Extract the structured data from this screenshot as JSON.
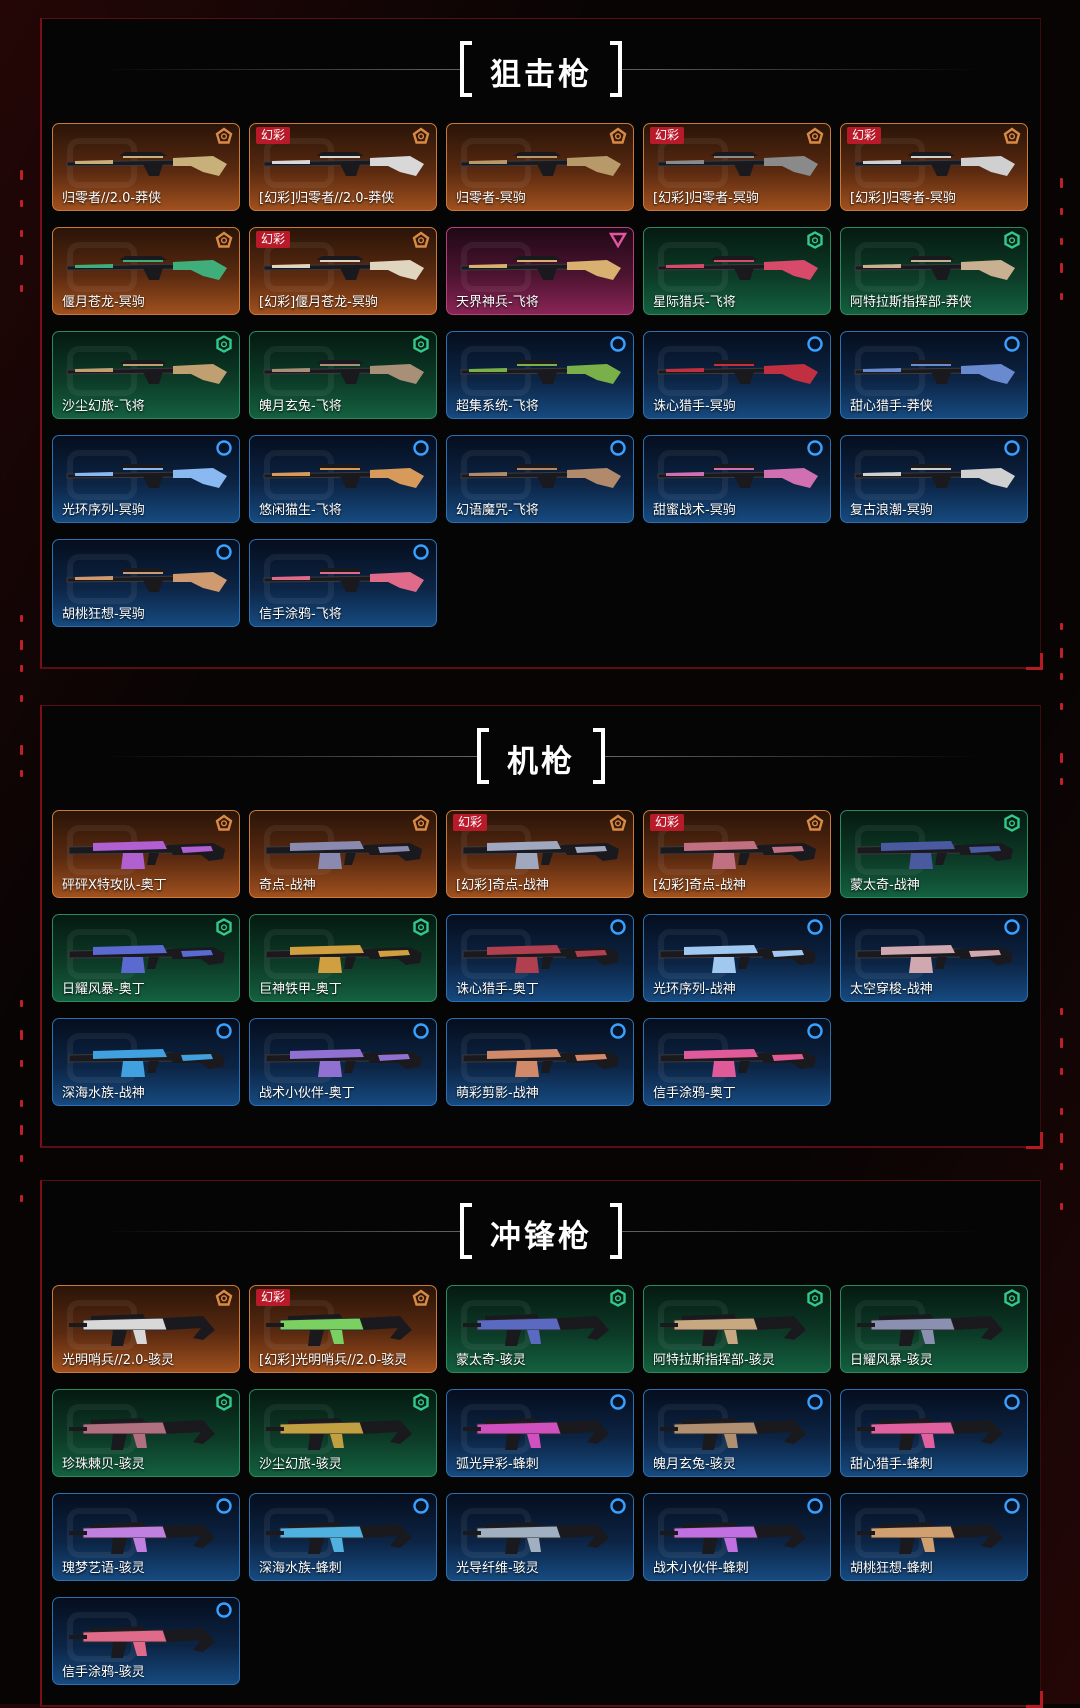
{
  "sections": [
    {
      "title": "狙击枪",
      "items": [
        {
          "label": "归零者//2.0-莽侠",
          "tier": "orange",
          "badge": "",
          "accent": "#c7b07a"
        },
        {
          "label": "[幻彩]归零者//2.0-莽侠",
          "tier": "orange",
          "badge": "幻彩",
          "accent": "#d8d8d8"
        },
        {
          "label": "归零者-冥驹",
          "tier": "orange",
          "badge": "",
          "accent": "#b89a6a"
        },
        {
          "label": "[幻彩]归零者-冥驹",
          "tier": "orange",
          "badge": "幻彩",
          "accent": "#8a8a8a"
        },
        {
          "label": "[幻彩]归零者-冥驹",
          "tier": "orange",
          "badge": "幻彩",
          "accent": "#d0d0d0"
        },
        {
          "label": "偃月苍龙-冥驹",
          "tier": "orange",
          "badge": "",
          "accent": "#3fae7a"
        },
        {
          "label": "[幻彩]偃月苍龙-冥驹",
          "tier": "orange",
          "badge": "幻彩",
          "accent": "#e0d6c0"
        },
        {
          "label": "天界神兵-飞将",
          "tier": "purple",
          "badge": "",
          "accent": "#d8b070"
        },
        {
          "label": "星际猎兵-飞将",
          "tier": "green",
          "badge": "",
          "accent": "#d84a6a"
        },
        {
          "label": "阿特拉斯指挥部-莽侠",
          "tier": "green",
          "badge": "",
          "accent": "#c8b090"
        },
        {
          "label": "沙尘幻旅-飞将",
          "tier": "green",
          "badge": "",
          "accent": "#c0a070"
        },
        {
          "label": "魄月玄兔-飞将",
          "tier": "green",
          "badge": "",
          "accent": "#a89078"
        },
        {
          "label": "超集系统-飞将",
          "tier": "blue",
          "badge": "",
          "accent": "#7ab04a"
        },
        {
          "label": "诛心猎手-冥驹",
          "tier": "blue",
          "badge": "",
          "accent": "#c03040"
        },
        {
          "label": "甜心猎手-莽侠",
          "tier": "blue",
          "badge": "",
          "accent": "#6a8ad0"
        },
        {
          "label": "光环序列-冥驹",
          "tier": "blue",
          "badge": "",
          "accent": "#8ab8f0"
        },
        {
          "label": "悠闲猫生-飞将",
          "tier": "blue",
          "badge": "",
          "accent": "#d89a5a"
        },
        {
          "label": "幻语魔咒-飞将",
          "tier": "blue",
          "badge": "",
          "accent": "#b08a6a"
        },
        {
          "label": "甜蜜战术-冥驹",
          "tier": "blue",
          "badge": "",
          "accent": "#d070b0"
        },
        {
          "label": "复古浪潮-冥驹",
          "tier": "blue",
          "badge": "",
          "accent": "#d0d0d0"
        },
        {
          "label": "胡桃狂想-冥驹",
          "tier": "blue",
          "badge": "",
          "accent": "#d09a70"
        },
        {
          "label": "信手涂鸦-飞将",
          "tier": "blue",
          "badge": "",
          "accent": "#e06a8a"
        }
      ]
    },
    {
      "title": "机枪",
      "items": [
        {
          "label": "砰砰X特攻队-奥丁",
          "tier": "orange",
          "badge": "",
          "accent": "#b060d0"
        },
        {
          "label": "奇点-战神",
          "tier": "orange",
          "badge": "",
          "accent": "#8a8ab0"
        },
        {
          "label": "[幻彩]奇点-战神",
          "tier": "orange",
          "badge": "幻彩",
          "accent": "#a0a8c0"
        },
        {
          "label": "[幻彩]奇点-战神",
          "tier": "orange",
          "badge": "幻彩",
          "accent": "#c07080"
        },
        {
          "label": "蒙太奇-战神",
          "tier": "green",
          "badge": "",
          "accent": "#4a5aa0"
        },
        {
          "label": "日耀风暴-奥丁",
          "tier": "green",
          "badge": "",
          "accent": "#5a6ad0"
        },
        {
          "label": "巨神铁甲-奥丁",
          "tier": "green",
          "badge": "",
          "accent": "#d0a040"
        },
        {
          "label": "诛心猎手-奥丁",
          "tier": "blue",
          "badge": "",
          "accent": "#b04050"
        },
        {
          "label": "光环序列-战神",
          "tier": "blue",
          "badge": "",
          "accent": "#a0c8f0"
        },
        {
          "label": "太空穿梭-战神",
          "tier": "blue",
          "badge": "",
          "accent": "#d0a8b0"
        },
        {
          "label": "深海水族-战神",
          "tier": "blue",
          "badge": "",
          "accent": "#40a0e0"
        },
        {
          "label": "战术小伙伴-奥丁",
          "tier": "blue",
          "badge": "",
          "accent": "#9070d0"
        },
        {
          "label": "萌彩剪影-战神",
          "tier": "blue",
          "badge": "",
          "accent": "#d08a6a"
        },
        {
          "label": "信手涂鸦-奥丁",
          "tier": "blue",
          "badge": "",
          "accent": "#e05a9a"
        }
      ]
    },
    {
      "title": "冲锋枪",
      "items": [
        {
          "label": "光明哨兵//2.0-骇灵",
          "tier": "orange",
          "badge": "",
          "accent": "#d8d8d8"
        },
        {
          "label": "[幻彩]光明哨兵//2.0-骇灵",
          "tier": "orange",
          "badge": "幻彩",
          "accent": "#7ad060"
        },
        {
          "label": "蒙太奇-骇灵",
          "tier": "green",
          "badge": "",
          "accent": "#5a6ac0"
        },
        {
          "label": "阿特拉斯指挥部-骇灵",
          "tier": "green",
          "badge": "",
          "accent": "#c8a880"
        },
        {
          "label": "日耀风暴-骇灵",
          "tier": "green",
          "badge": "",
          "accent": "#8a90b0"
        },
        {
          "label": "珍珠棘贝-骇灵",
          "tier": "green",
          "badge": "",
          "accent": "#b07080"
        },
        {
          "label": "沙尘幻旅-骇灵",
          "tier": "green",
          "badge": "",
          "accent": "#c0a040"
        },
        {
          "label": "弧光异彩-蜂刺",
          "tier": "blue",
          "badge": "",
          "accent": "#d050c0"
        },
        {
          "label": "魄月玄兔-骇灵",
          "tier": "blue",
          "badge": "",
          "accent": "#b09070"
        },
        {
          "label": "甜心猎手-蜂刺",
          "tier": "blue",
          "badge": "",
          "accent": "#e060a0"
        },
        {
          "label": "瑰梦艺语-骇灵",
          "tier": "blue",
          "badge": "",
          "accent": "#c080e0"
        },
        {
          "label": "深海水族-蜂刺",
          "tier": "blue",
          "badge": "",
          "accent": "#50b0e0"
        },
        {
          "label": "光导纤维-骇灵",
          "tier": "blue",
          "badge": "",
          "accent": "#a0b0c0"
        },
        {
          "label": "战术小伙伴-蜂刺",
          "tier": "blue",
          "badge": "",
          "accent": "#c070e0"
        },
        {
          "label": "胡桃狂想-蜂刺",
          "tier": "blue",
          "badge": "",
          "accent": "#d0a070"
        },
        {
          "label": "信手涂鸦-骇灵",
          "tier": "blue",
          "badge": "",
          "accent": "#e06a8a"
        }
      ]
    }
  ],
  "tier_colors": {
    "orange": "#d98a45",
    "purple": "#e056a0",
    "green": "#33c98a",
    "blue": "#3aa0ff"
  },
  "tier_icons": {
    "orange": "pentagon-icon",
    "purple": "triangle-icon",
    "green": "hexagon-icon",
    "blue": "circle-icon"
  }
}
